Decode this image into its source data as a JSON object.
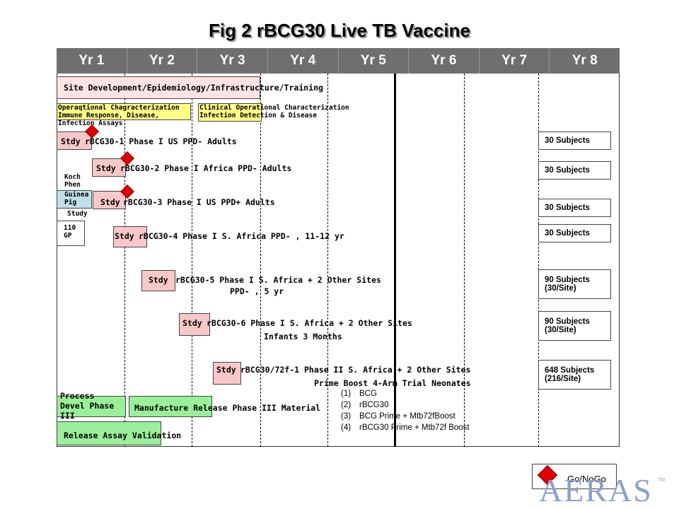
{
  "title": "Fig 2  rBCG30 Live TB Vaccine",
  "years": [
    "Yr 1",
    "Yr 2",
    "Yr 3",
    "Yr 4",
    "Yr 5",
    "Yr 6",
    "Yr 7",
    "Yr 8"
  ],
  "tasks": {
    "site_dev": "Site Development/Epidemiology/Infrastructure/Training",
    "operational_char": "Operaqtional Chagracterization Immune Response, Disease, Infection Assays",
    "clinical_char": "Clinical Operational Characterization Infection Detection & Disease",
    "study1_box": "Stdy",
    "study1": "rBCG30-1 Phase I US PPD- Adults",
    "study2_box": "Stdy",
    "study2": "rBCG30-2  Phase I Africa PPD- Adults",
    "koch_phen": "Koch Phen",
    "guinea_pig": "Guinea Pig",
    "study_label": "Study",
    "study3_box": "Stdy",
    "study3": "rBCG30-3  Phase I US PPD+ Adults",
    "gp_110": "110 GP",
    "study4_box": "Stdy",
    "study4": "rBCG30-4  Phase I S. Africa  PPD- , 11-12 yr",
    "study5_box": "Stdy",
    "study5_line1": "rBCG30-5  Phase I S. Africa + 2 Other Sites",
    "study5_line2": "PPD- , 5 yr",
    "study6_box": "Stdy",
    "study6_line1": "rBCG30-6  Phase I S. Africa + 2 Other Sites",
    "study6_line2": "Infants 3 Months",
    "study7_box": "Stdy",
    "study7_line1": "rBCG30/72f-1  Phase II S. Africa + 2 Other Sites",
    "study7_line2": "Prime Boost 4-Arm Trial Neonates",
    "arms": [
      {
        "n": "(1)",
        "t": "BCG"
      },
      {
        "n": "(2)",
        "t": "rBCG30"
      },
      {
        "n": "(3)",
        "t": "BCG Prime + Mtb72fBoost"
      },
      {
        "n": "(4)",
        "t": "rBCG30 Prime + Mtb72f Boost"
      }
    ],
    "process_devel": "Process Devel Phase III",
    "manufacture": "Manufacture Release Phase III Material",
    "release_assay": "Release Assay Validation"
  },
  "subjects": {
    "s1": "30 Subjects",
    "s2": "30 Subjects",
    "s3": "30 Subjects",
    "s4": "30 Subjects",
    "s5_line1": "90 Subjects",
    "s5_line2": "(30/Site)",
    "s6_line1": "90 Subjects",
    "s6_line2": "(30/Site)",
    "s7_line1": "648 Subjects",
    "s7_line2": "(216/Site)"
  },
  "legend": {
    "go_nogo": "Go/NoGo"
  },
  "logo": {
    "text": "AERAS",
    "tm": "TM"
  },
  "colors": {
    "year_bar": "#6f6f6f",
    "study_box": "#f8c8c8",
    "site_dev_box": "#fde3e3",
    "characterization_box": "#ffff88",
    "process_box": "#99f099",
    "guinea_pig_box": "#bfe0e8",
    "milestone": "#e00000",
    "logo": "#8aa0c8"
  }
}
